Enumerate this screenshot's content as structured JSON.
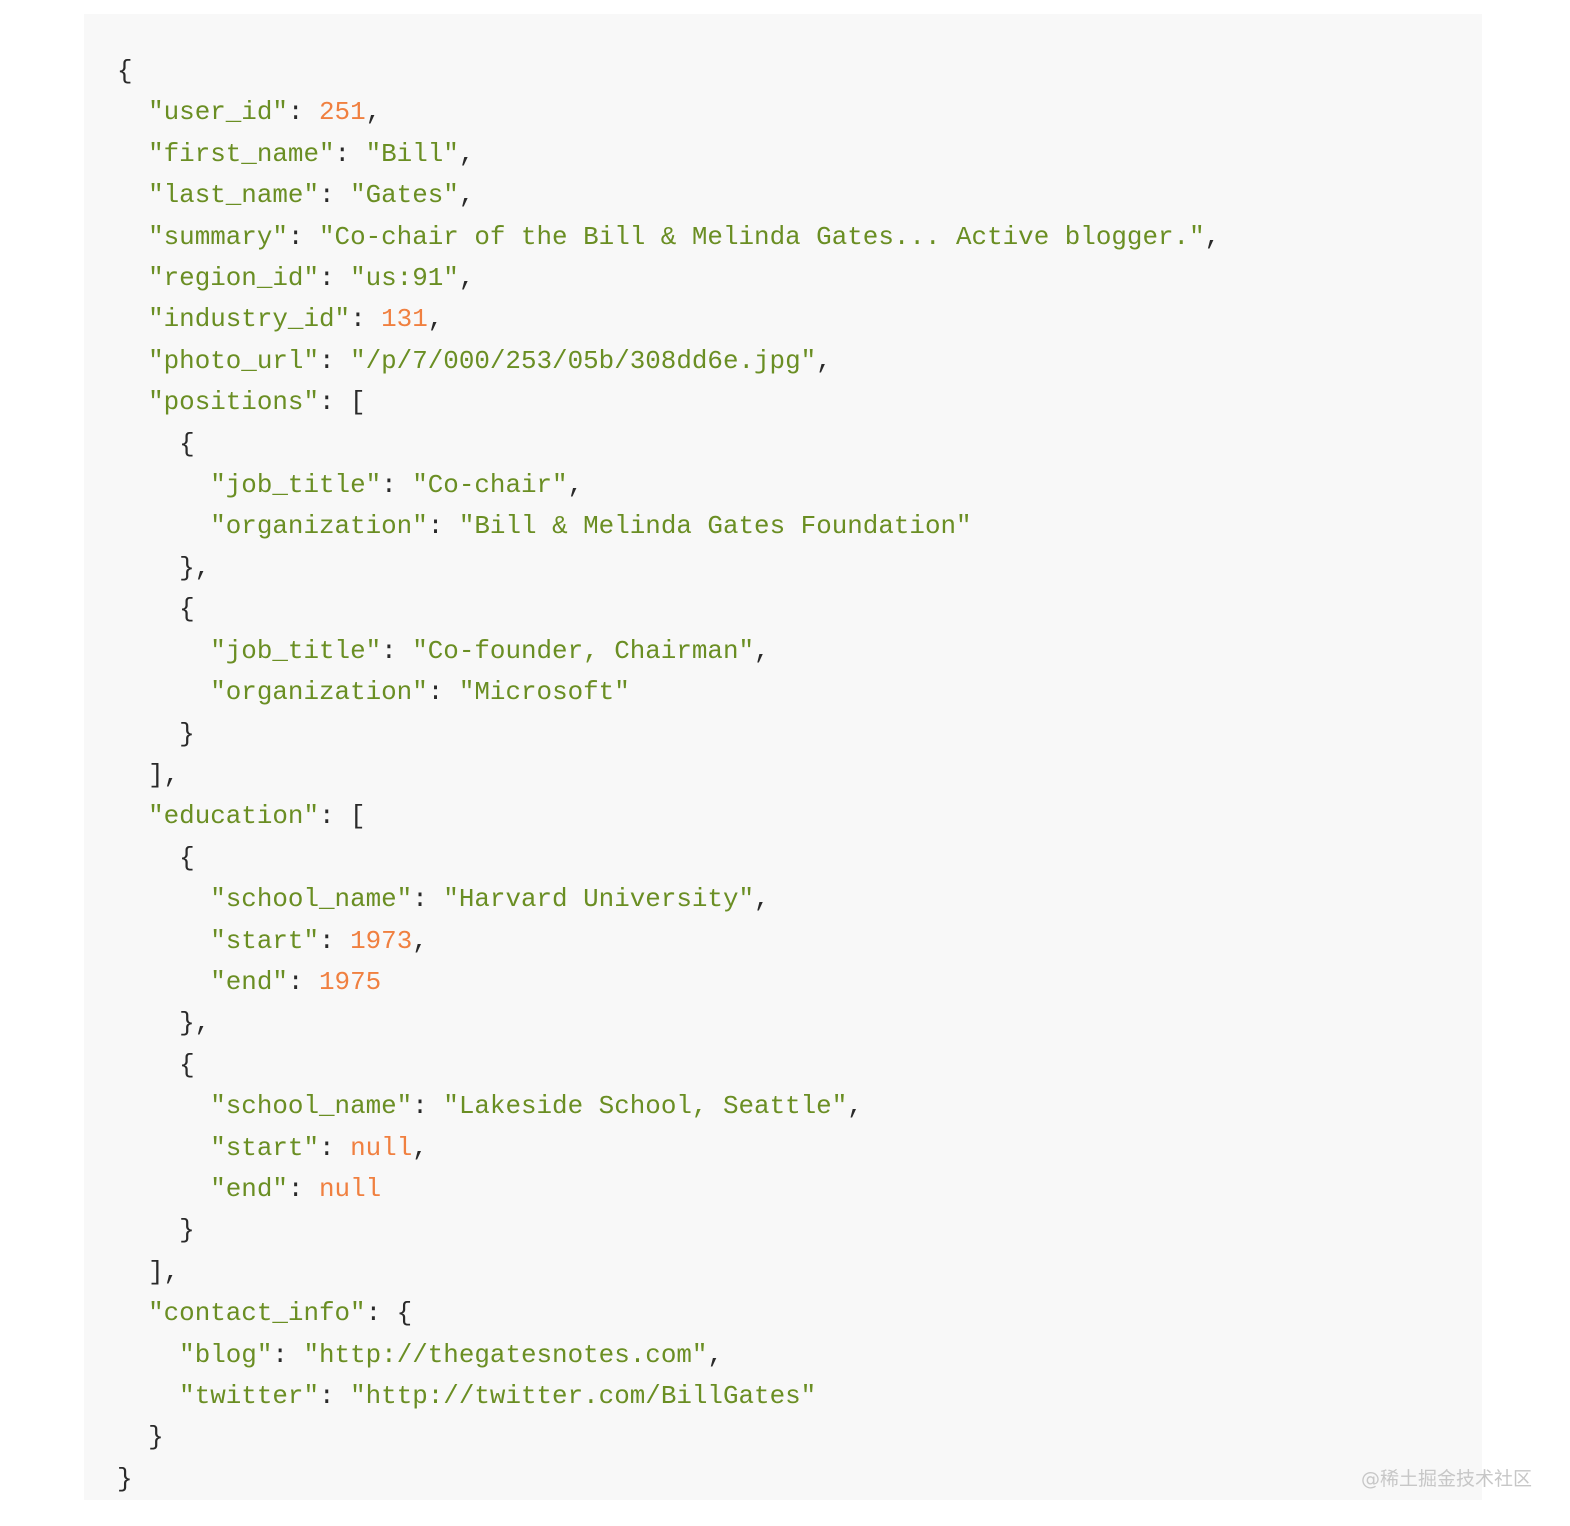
{
  "watermark": "@稀土掘金技术社区",
  "code": {
    "user_id_key": "\"user_id\"",
    "user_id_val": "251",
    "first_name_key": "\"first_name\"",
    "first_name_val": "\"Bill\"",
    "last_name_key": "\"last_name\"",
    "last_name_val": "\"Gates\"",
    "summary_key": "\"summary\"",
    "summary_val": "\"Co-chair of the Bill & Melinda Gates... Active blogger.\"",
    "region_id_key": "\"region_id\"",
    "region_id_val": "\"us:91\"",
    "industry_id_key": "\"industry_id\"",
    "industry_id_val": "131",
    "photo_url_key": "\"photo_url\"",
    "photo_url_val": "\"/p/7/000/253/05b/308dd6e.jpg\"",
    "positions_key": "\"positions\"",
    "positions": [
      {
        "job_title_key": "\"job_title\"",
        "job_title_val": "\"Co-chair\"",
        "organization_key": "\"organization\"",
        "organization_val": "\"Bill & Melinda Gates Foundation\""
      },
      {
        "job_title_key": "\"job_title\"",
        "job_title_val": "\"Co-founder, Chairman\"",
        "organization_key": "\"organization\"",
        "organization_val": "\"Microsoft\""
      }
    ],
    "education_key": "\"education\"",
    "education": [
      {
        "school_name_key": "\"school_name\"",
        "school_name_val": "\"Harvard University\"",
        "start_key": "\"start\"",
        "start_val": "1973",
        "end_key": "\"end\"",
        "end_val": "1975"
      },
      {
        "school_name_key": "\"school_name\"",
        "school_name_val": "\"Lakeside School, Seattle\"",
        "start_key": "\"start\"",
        "start_val": "null",
        "end_key": "\"end\"",
        "end_val": "null"
      }
    ],
    "contact_info_key": "\"contact_info\"",
    "blog_key": "\"blog\"",
    "blog_val": "\"http://thegatesnotes.com\"",
    "twitter_key": "\"twitter\"",
    "twitter_val": "\"http://twitter.com/BillGates\""
  }
}
